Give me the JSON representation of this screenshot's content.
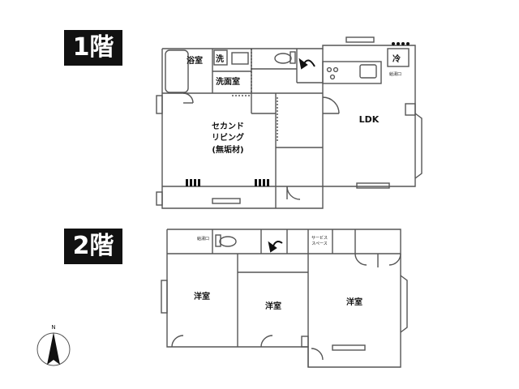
{
  "floors": [
    {
      "label": "1階"
    },
    {
      "label": "2階"
    }
  ],
  "floor1": {
    "bath": "浴室",
    "washer": "洗",
    "washroom": "洗面室",
    "fridge": "冷",
    "second_living": [
      "セカンド",
      "リビング",
      "(無垢材)"
    ],
    "ldk": "LDK",
    "hot_water": "給湯口"
  },
  "floor2": {
    "hot_water": "給湯口",
    "room_left": "洋室",
    "room_center": "洋室",
    "room_right": "洋室",
    "service_space": [
      "サービス",
      "スペース"
    ]
  },
  "compass": {
    "north": "N"
  },
  "colors": {
    "wall": "#555555",
    "badge": "#111111",
    "dashed": "#333333"
  }
}
